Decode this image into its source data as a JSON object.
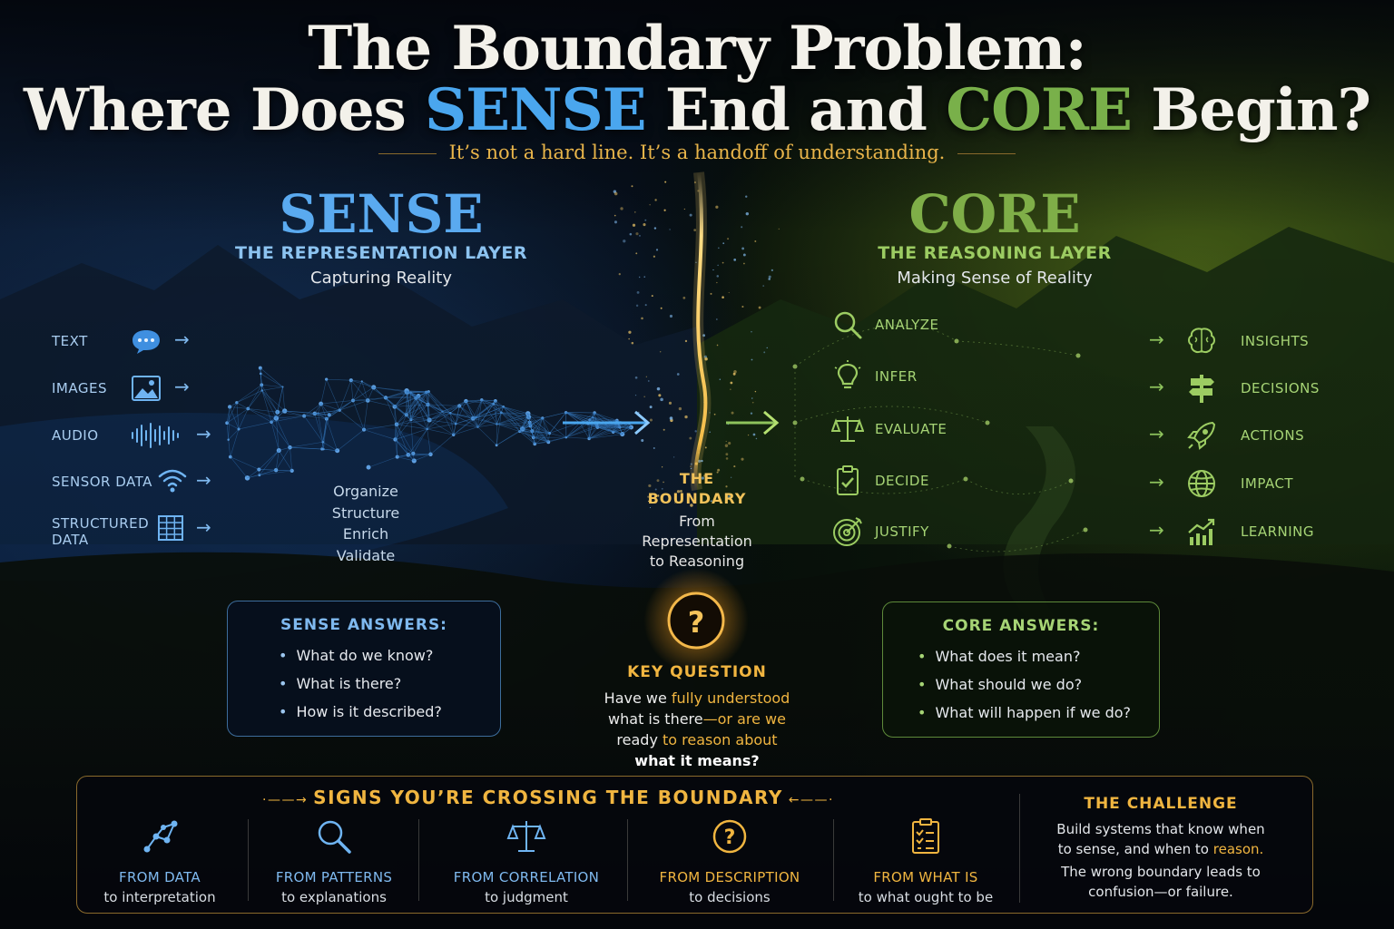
{
  "title": {
    "line1": "The Boundary Problem:",
    "line2_pre": "Where Does ",
    "line2_sense": "SENSE",
    "line2_mid": " End and ",
    "line2_core": "CORE",
    "line2_post": " Begin?",
    "subtitle": "It’s not a hard line. It’s a handoff of understanding."
  },
  "sense": {
    "name": "SENSE",
    "layer": "THE REPRESENTATION LAYER",
    "description": "Capturing Reality",
    "inputs": [
      {
        "label": "TEXT",
        "icon": "chat-bubble-icon"
      },
      {
        "label": "IMAGES",
        "icon": "image-icon"
      },
      {
        "label": "AUDIO",
        "icon": "waveform-icon"
      },
      {
        "label": "SENSOR DATA",
        "icon": "wifi-signal-icon"
      },
      {
        "label": "STRUCTURED DATA",
        "icon": "table-grid-icon"
      }
    ],
    "processes": [
      "Organize",
      "Structure",
      "Enrich",
      "Validate"
    ],
    "answers_title": "SENSE ANSWERS:",
    "answers": [
      "What do we know?",
      "What is there?",
      "How is it described?"
    ]
  },
  "boundary": {
    "title_line1": "THE",
    "title_line2": "BOUNDARY",
    "desc_line1": "From",
    "desc_line2": "Representation",
    "desc_line3": "to Reasoning",
    "key_icon": "question-mark-icon",
    "key_title": "KEY QUESTION",
    "key_line1_a": "Have we ",
    "key_line1_b": "fully understood",
    "key_line2_a": "what is there",
    "key_line2_b": "—or are we",
    "key_line3_a": "ready ",
    "key_line3_b": "to reason about",
    "key_line4": "what it means?"
  },
  "core": {
    "name": "CORE",
    "layer": "THE REASONING LAYER",
    "description": "Making Sense of Reality",
    "processes": [
      {
        "label": "ANALYZE",
        "icon": "magnifier-icon"
      },
      {
        "label": "INFER",
        "icon": "lightbulb-icon"
      },
      {
        "label": "EVALUATE",
        "icon": "scales-icon"
      },
      {
        "label": "DECIDE",
        "icon": "clipboard-check-icon"
      },
      {
        "label": "JUSTIFY",
        "icon": "target-icon"
      }
    ],
    "outputs": [
      {
        "label": "INSIGHTS",
        "icon": "brain-icon"
      },
      {
        "label": "DECISIONS",
        "icon": "signpost-icon"
      },
      {
        "label": "ACTIONS",
        "icon": "rocket-icon"
      },
      {
        "label": "IMPACT",
        "icon": "globe-icon"
      },
      {
        "label": "LEARNING",
        "icon": "growth-chart-icon"
      }
    ],
    "answers_title": "CORE ANSWERS:",
    "answers": [
      "What does it mean?",
      "What should we do?",
      "What will happen if we do?"
    ]
  },
  "signs": {
    "title": "SIGNS YOU’RE CROSSING THE BOUNDARY",
    "items": [
      {
        "title": "FROM DATA",
        "sub": "to interpretation",
        "icon": "network-graph-icon"
      },
      {
        "title": "FROM PATTERNS",
        "sub": "to explanations",
        "icon": "magnifier-icon"
      },
      {
        "title": "FROM CORRELATION",
        "sub": "to judgment",
        "icon": "scales-icon"
      },
      {
        "title": "FROM DESCRIPTION",
        "sub": "to decisions",
        "icon": "question-circle-icon"
      },
      {
        "title": "FROM WHAT IS",
        "sub": "to what ought to be",
        "icon": "checklist-icon"
      }
    ]
  },
  "challenge": {
    "title": "THE CHALLENGE",
    "line1": "Build systems that know when",
    "line2_a": "to sense, and when to ",
    "line2_b": "reason.",
    "line3": "The wrong boundary leads to",
    "line4": "confusion—or failure."
  },
  "colors": {
    "sense_blue": "#4aa6ee",
    "core_green": "#79b04a",
    "boundary_gold": "#f0b540"
  }
}
